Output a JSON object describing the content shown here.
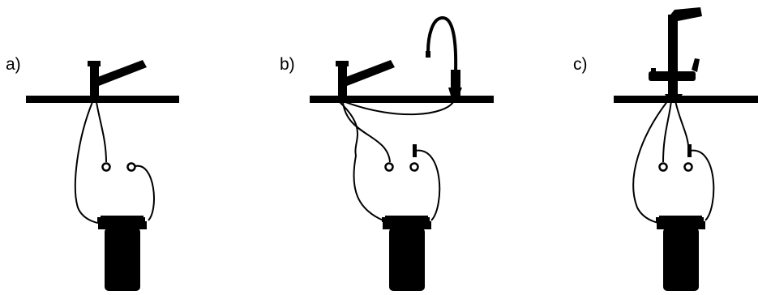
{
  "colors": {
    "ink": "#000000",
    "background": "#ffffff"
  },
  "panels": [
    {
      "id": "a",
      "label": "a)"
    },
    {
      "id": "b",
      "label": "b)"
    },
    {
      "id": "c",
      "label": "c)"
    }
  ]
}
